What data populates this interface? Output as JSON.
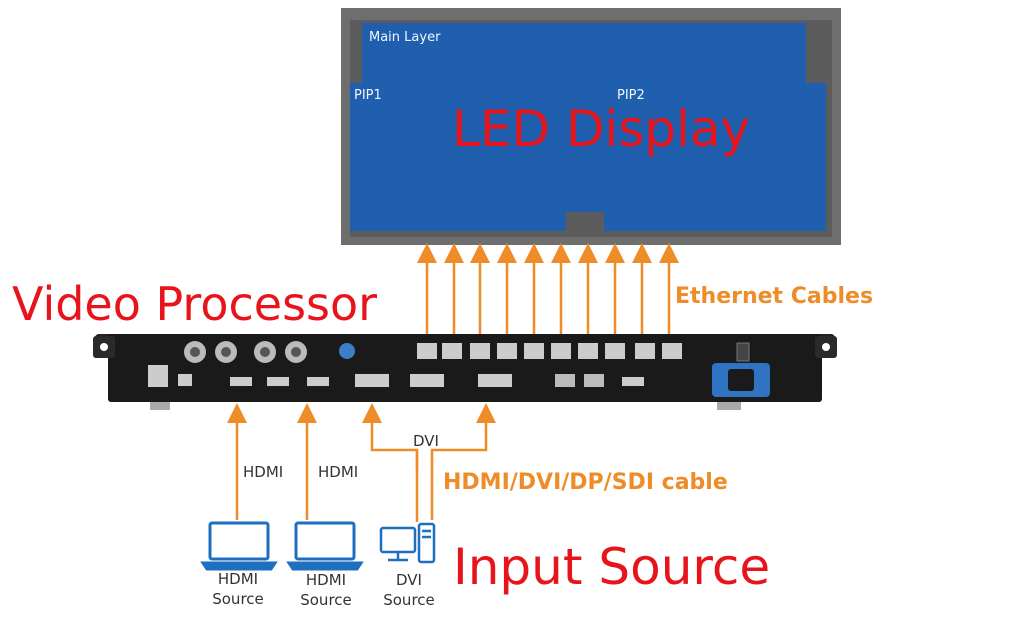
{
  "display": {
    "main_layer": "Main Layer",
    "pip1": "PIP1",
    "pip2": "PIP2",
    "title": "LED Display"
  },
  "labels": {
    "ethernet_cables": "Ethernet Cables",
    "video_processor": "Video Processor",
    "hdmi_dvi_cable": "HDMI/DVI/DP/SDI cable",
    "input_source": "Input Source",
    "cable_hdmi_1": "HDMI",
    "cable_hdmi_2": "HDMI",
    "cable_dvi": "DVI"
  },
  "sources": [
    {
      "line1": "HDMI",
      "line2": "Source"
    },
    {
      "line1": "HDMI",
      "line2": "Source"
    },
    {
      "line1": "DVI",
      "line2": "Source"
    }
  ],
  "colors": {
    "display_frame": "#6e6e6e",
    "display_blue": "#1f5fae",
    "accent_red": "#e8141c",
    "accent_orange": "#ee8c28",
    "icon_blue": "#1e6fc0",
    "device_body": "#1a1a1a"
  }
}
